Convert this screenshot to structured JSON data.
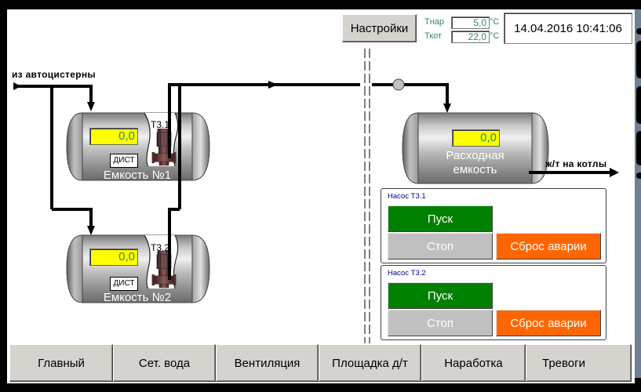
{
  "header": {
    "settings_button": "Настройки",
    "temps": [
      {
        "label": "Тнар",
        "value": "5,0",
        "unit": "°С"
      },
      {
        "label": "Ткот",
        "value": "22,0",
        "unit": "°С"
      }
    ],
    "datetime": "14.04.2016 10:41:06"
  },
  "scheme": {
    "inlet_label": "из автоцистерны",
    "outlet_label": "ж/т на котлы",
    "tanks": [
      {
        "name": "Емкость №1",
        "level": "0,0",
        "mode": "ДИСТ",
        "pump": "Т3.1"
      },
      {
        "name": "Емкость №2",
        "level": "0,0",
        "mode": "ДИСТ",
        "pump": "Т3.2"
      }
    ],
    "supply_tank": {
      "name_line1": "Расходная",
      "name_line2": "емкость",
      "level": "0,0"
    }
  },
  "pump_panels": [
    {
      "title": "Насос Т3.1",
      "start": "Пуск",
      "stop": "Стоп",
      "reset": "Сброс аварии"
    },
    {
      "title": "Насос Т3.2",
      "start": "Пуск",
      "stop": "Стоп",
      "reset": "Сброс аварии"
    }
  ],
  "nav": {
    "tabs": [
      "Главный",
      "Сет. вода",
      "Вентиляция",
      "Площадка д/т",
      "Наработка",
      "Тревоги"
    ]
  },
  "colors": {
    "start": "#008000",
    "stop": "#c0c0c0",
    "reset": "#ff6600",
    "lcd": "#ffff00",
    "value_text": "#2e8b57"
  }
}
